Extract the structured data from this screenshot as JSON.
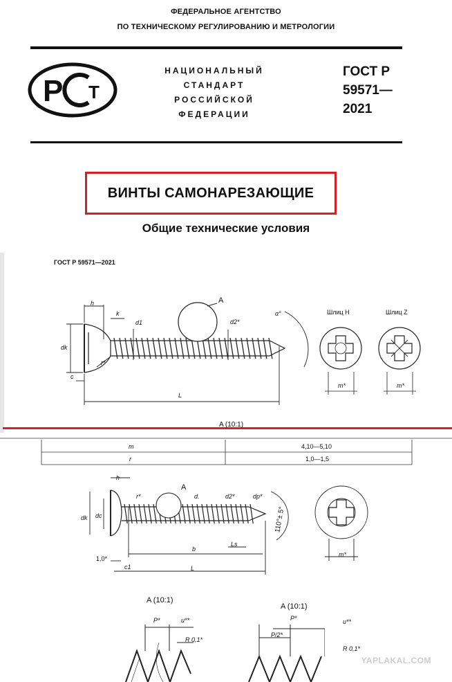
{
  "header": {
    "agency_line1": "ФЕДЕРАЛЬНОЕ АГЕНТСТВО",
    "agency_line2": "ПО ТЕХНИЧЕСКОМУ РЕГУЛИРОВАНИЮ И МЕТРОЛОГИИ",
    "standard_lines": [
      "НАЦИОНАЛЬНЫЙ",
      "СТАНДАРТ",
      "РОССИЙСКОЙ",
      "ФЕДЕРАЦИИ"
    ],
    "gost_lines": [
      "ГОСТ Р",
      "59571—",
      "2021"
    ],
    "logo_letters": "РСТ"
  },
  "title": {
    "main": "ВИНТЫ САМОНАРЕЗАЮЩИЕ",
    "subtitle": "Общие технические условия"
  },
  "figure1": {
    "running_header": "ГОСТ Р 59571—2021",
    "labels": {
      "h": "h",
      "k": "k",
      "d1": "d1",
      "A": "A",
      "d2": "d2*",
      "angle": "α°",
      "dk": "dk",
      "r": "r*",
      "c": "c",
      "L": "L",
      "slot_h": "Шлиц H",
      "slot_z": "Шлиц Z",
      "m1": "m*",
      "m2": "m*"
    },
    "caption": "A (10:1)"
  },
  "table": {
    "rows": [
      {
        "param": "m",
        "value": "4,10—5,10"
      },
      {
        "param": "r",
        "value": "1,0—1,5"
      }
    ]
  },
  "figure2": {
    "labels": {
      "h": "h",
      "A": "A",
      "r": "r*",
      "d": "d.",
      "d2": "d2*",
      "dp": "dp*",
      "dk": "dk",
      "dc": "dc",
      "angle": "110°± 5°",
      "Ls": "Ls",
      "b": "b",
      "ten": "1,0*",
      "c1": "c1",
      "L": "L",
      "m": "m*"
    }
  },
  "details": {
    "left": {
      "caption": "A (10:1)",
      "P": "P*",
      "u": "u**",
      "R": "R 0,1*"
    },
    "right": {
      "caption": "A (10:1)",
      "P": "P*",
      "P2": "P/2*",
      "u": "u**",
      "R": "R 0,1*"
    }
  },
  "watermark": "YAPLAKAL.COM",
  "colors": {
    "accent_red": "#d42027",
    "ink": "#111111"
  }
}
